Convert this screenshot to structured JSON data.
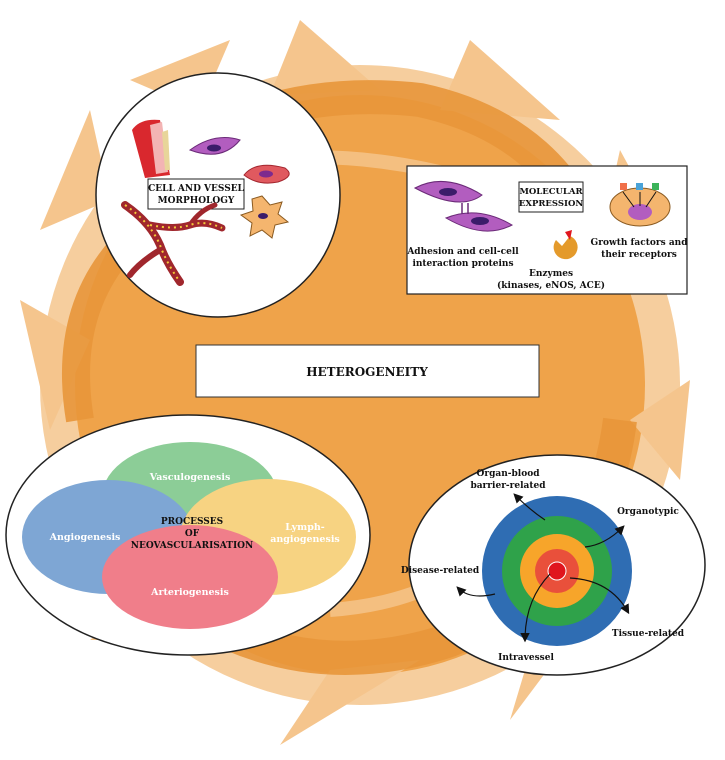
{
  "colors": {
    "swirl_dark": "#EFA34A",
    "swirl_light": "#F5C58D",
    "blue_circle": "#5A8EC8",
    "green_circle": "#6CC07A",
    "yellow_circle": "#F6C75F",
    "red_circle": "#EC5A6A",
    "ring_blue": "#2F6DB3",
    "ring_green": "#2FA24A",
    "ring_orange": "#F7A52A",
    "ring_red": "#E9503B",
    "ring_core": "#E0161E"
  },
  "center": {
    "title": "HETEROGENEITY"
  },
  "morphology": {
    "label_line1": "CELL AND VESSEL",
    "label_line2": "MORPHOLOGY"
  },
  "molecular": {
    "label_line1": "MOLECULAR",
    "label_line2": "EXPRESSION",
    "adhesion_line1": "Adhesion and cell-cell",
    "adhesion_line2": "interaction proteins",
    "growth_line1": "Growth factors and",
    "growth_line2": "their receptors",
    "enzymes_line1": "Enzymes",
    "enzymes_line2": "(kinases, eNOS, ACE)"
  },
  "processes": {
    "vasculogenesis": "Vasculogenesis",
    "angiogenesis": "Angiogenesis",
    "lymph_line1": "Lymph-",
    "lymph_line2": "angiogenesis",
    "arteriogenesis": "Arteriogenesis",
    "center_line1": "PROCESSES",
    "center_line2": "OF",
    "center_line3": "NEOVASCULARISATION"
  },
  "levels": {
    "organ_line1": "Organ-blood",
    "organ_line2": "barrier-related",
    "organotypic": "Organotypic",
    "disease": "Disease-related",
    "tissue": "Tissue-related",
    "intravessel": "Intravessel"
  }
}
